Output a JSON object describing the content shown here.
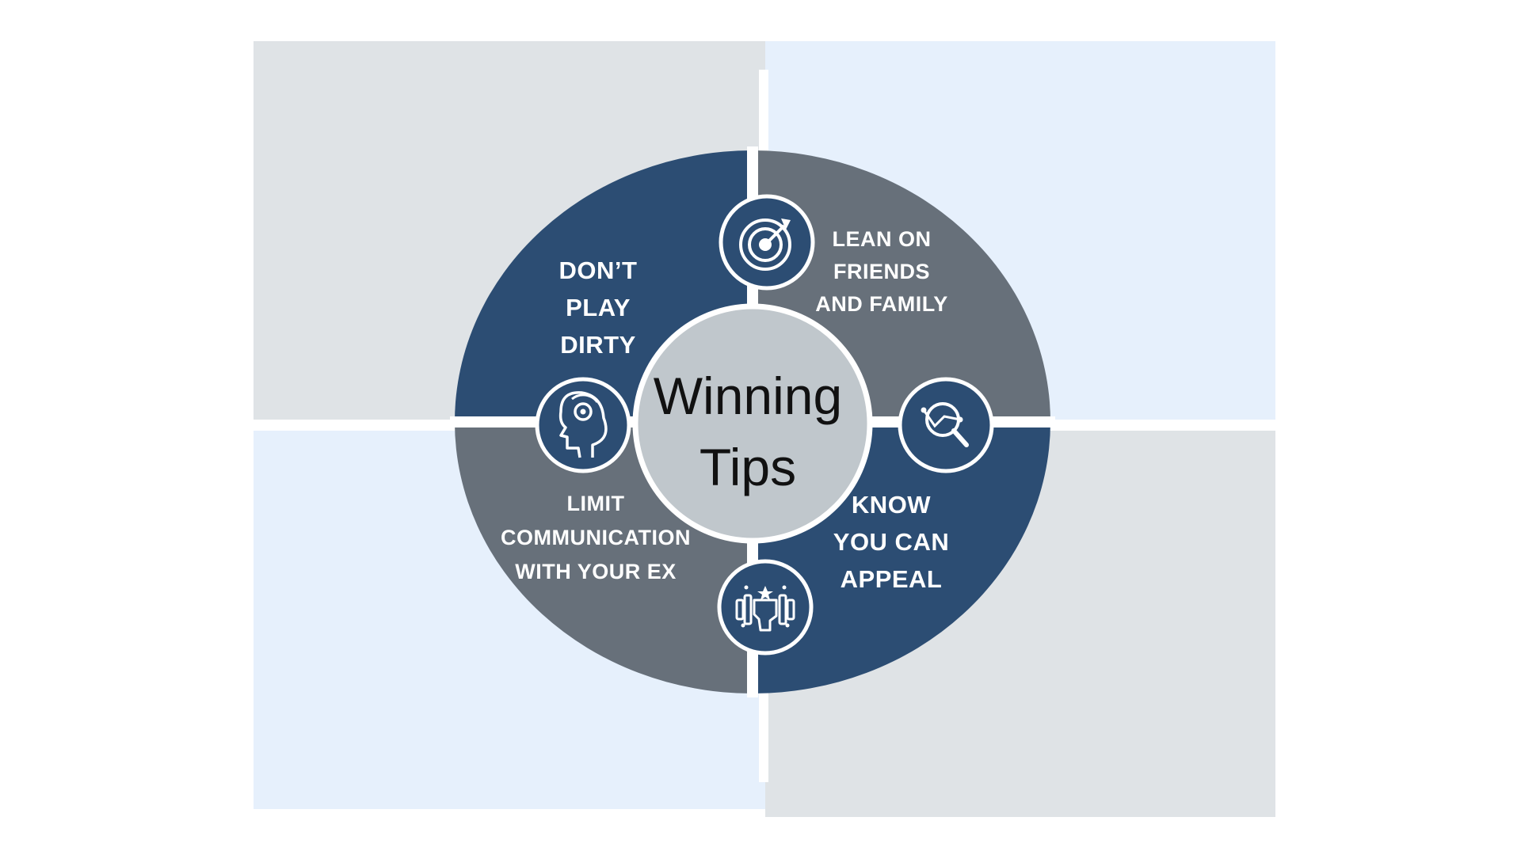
{
  "diagram": {
    "center": {
      "title": "Winning\nTips"
    },
    "quadrants": [
      {
        "position": "top-left",
        "label": "DON’T\nPLAY\nDIRTY",
        "icon": "mind-gear-icon",
        "color": "#2c4d73"
      },
      {
        "position": "top-right",
        "label": "LEAN ON\nFRIENDS\nAND FAMILY",
        "icon": "target-arrow-icon",
        "color": "#67707a"
      },
      {
        "position": "bottom-left",
        "label": "LIMIT\nCOMMUNICATION\nWITH YOUR EX",
        "icon": "strength-fist-dumbbell-icon",
        "color": "#67707a"
      },
      {
        "position": "bottom-right",
        "label": "KNOW\nYOU  CAN\nAPPEAL",
        "icon": "magnifier-chart-icon",
        "color": "#2c4d73"
      }
    ],
    "colors": {
      "navy": "#2c4d73",
      "slate": "#67707a",
      "center_fill": "#c0c7cc",
      "panel_gray": "#dfe3e6",
      "panel_blue": "#e6f0fc",
      "white": "#ffffff"
    }
  }
}
